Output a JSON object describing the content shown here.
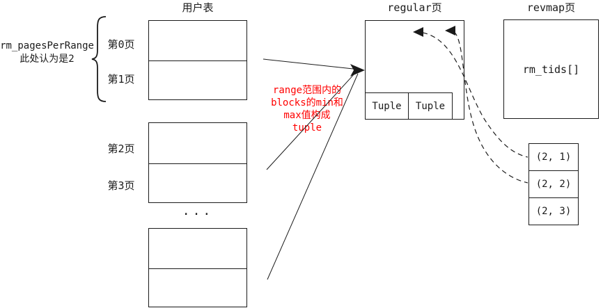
{
  "colors": {
    "line": "#1a1a1a",
    "annotation_red": "#ff0000",
    "background": "#ffffff"
  },
  "user_table": {
    "title": "用户表",
    "brace_label_line1": "rm_pagesPerRange",
    "brace_label_line2": "此处认为是2",
    "page_labels": [
      "第0页",
      "第1页",
      "第2页",
      "第3页"
    ],
    "ellipsis": "···"
  },
  "annotation": {
    "text": "range范围内的\nblocks的min和\nmax值构成\ntuple"
  },
  "regular_page": {
    "title": "regular页",
    "tuples": [
      "Tuple",
      "Tuple"
    ]
  },
  "revmap_page": {
    "title": "revmap页",
    "array_label": "rm_tids[]",
    "tids": [
      "(2, 1)",
      "(2, 2)",
      "(2, 3)"
    ]
  }
}
